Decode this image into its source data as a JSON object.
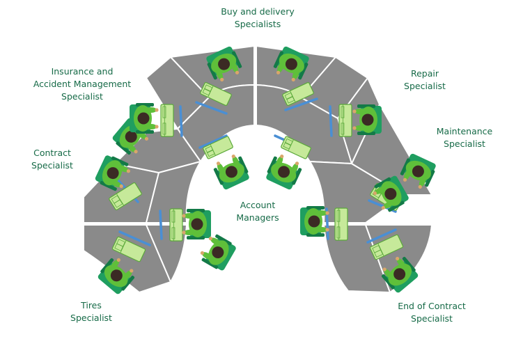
{
  "colors": {
    "label_text": "#166a47",
    "desk_top": "#8a8a8a",
    "desk_edge": "#ffffff",
    "monitor": "#4a8fd4",
    "keyboard_fill": "#c6e99a",
    "keyboard_stroke": "#5aa83a",
    "chair": "#1f9e60",
    "chair_dark": "#137a47",
    "shoulders": "#5fbf3a",
    "hair": "#3b2a24",
    "skin": "#d9a66b"
  },
  "labels": {
    "buy_delivery": [
      "Buy and delivery",
      "Specialists"
    ],
    "repair": [
      "Repair",
      "Specialist"
    ],
    "insurance": [
      "Insurance and",
      "Accident Management",
      "Specialist"
    ],
    "maintenance": [
      "Maintenance",
      "Specialist"
    ],
    "contract": [
      "Contract",
      "Specialist"
    ],
    "account_managers": [
      "Account",
      "Managers"
    ],
    "tires": [
      "Tires",
      "Specialist"
    ],
    "end_of_contract": [
      "End of Contract",
      "Specialist"
    ]
  },
  "workstations": [
    {
      "id": "buy-delivery-1",
      "icon": "person-at-desk-icon"
    },
    {
      "id": "buy-delivery-2",
      "icon": "person-at-desk-icon"
    },
    {
      "id": "repair",
      "icon": "person-at-desk-icon"
    },
    {
      "id": "maintenance",
      "icon": "person-at-desk-icon"
    },
    {
      "id": "end-of-contract-upper",
      "icon": "person-at-desk-icon"
    },
    {
      "id": "end-of-contract-lower",
      "icon": "person-at-desk-icon"
    },
    {
      "id": "tires",
      "icon": "person-at-desk-icon"
    },
    {
      "id": "contract",
      "icon": "person-at-desk-icon"
    },
    {
      "id": "insurance",
      "icon": "person-at-desk-icon"
    },
    {
      "id": "account-manager-1",
      "icon": "person-at-desk-icon"
    },
    {
      "id": "account-manager-2",
      "icon": "person-at-desk-icon"
    },
    {
      "id": "account-manager-3",
      "icon": "person-at-desk-icon"
    },
    {
      "id": "account-manager-4",
      "icon": "person-at-desk-icon"
    },
    {
      "id": "account-manager-5",
      "icon": "person-at-desk-icon"
    },
    {
      "id": "account-manager-6",
      "icon": "person-at-desk-icon"
    }
  ]
}
